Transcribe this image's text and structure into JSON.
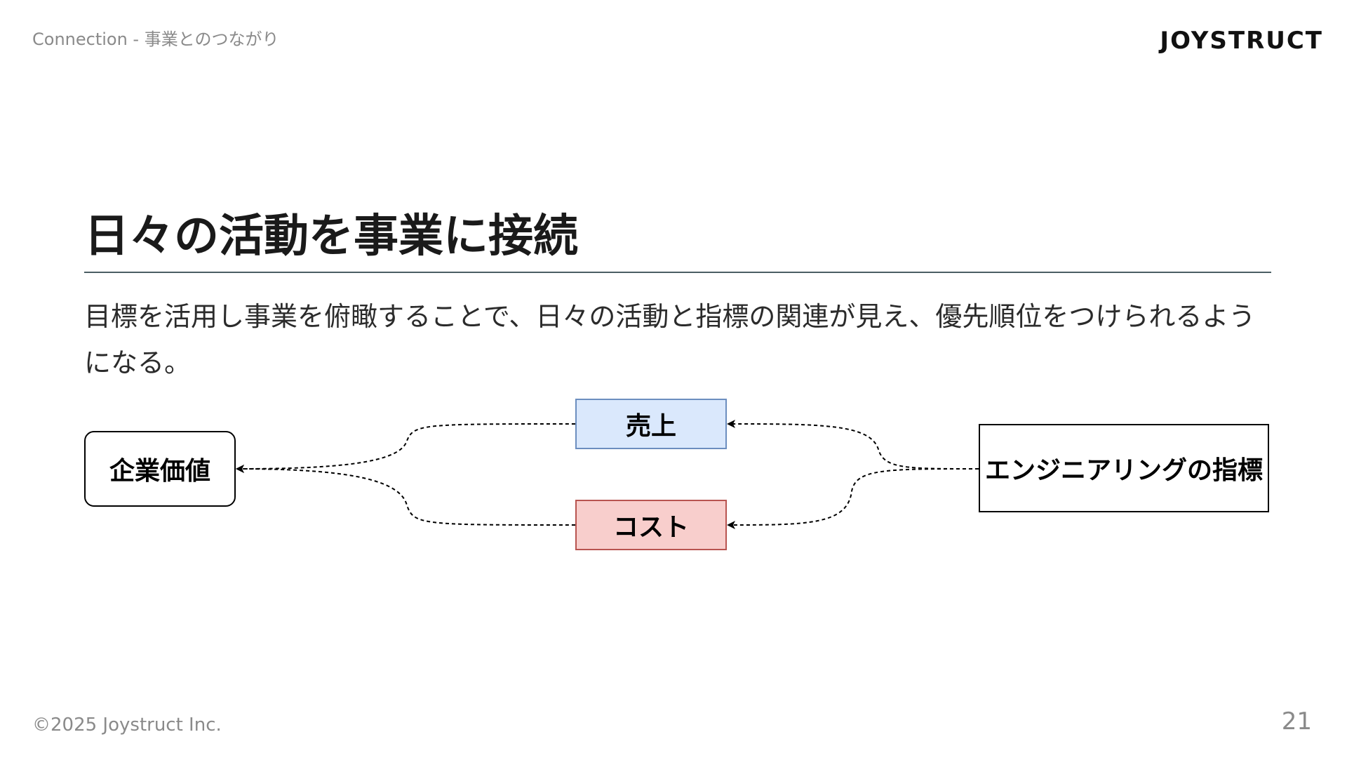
{
  "header": {
    "section": "Connection - 事業とのつながり",
    "logo": "JOYSTRUCT"
  },
  "main": {
    "title": "日々の活動を事業に接続",
    "lead": "目標を活用し事業を俯瞰することで、日々の活動と指標の関連が見え、優先順位をつけられるようになる。"
  },
  "diagram": {
    "nodes": {
      "value": "企業価値",
      "sales": "売上",
      "cost": "コスト",
      "engineering": "エンジニアリングの指標"
    },
    "colors": {
      "sales_fill": "#dae8fc",
      "sales_border": "#6c8ebf",
      "cost_fill": "#f8cecc",
      "cost_border": "#b85450"
    }
  },
  "footer": {
    "copyright": "©2025 Joystruct Inc.",
    "page": "21"
  }
}
